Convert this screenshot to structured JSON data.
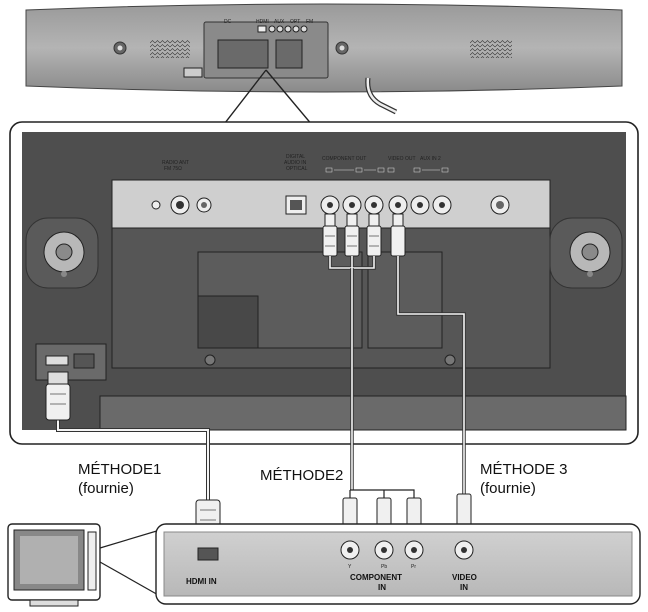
{
  "top_unit": {
    "tiny_labels": [
      "DC",
      "HDMI",
      "AUX",
      "OPT",
      "FM"
    ]
  },
  "panel": {
    "labels": {
      "radio_ant": "RADIO ANT",
      "radio_ant_sub": "FM 75Ω",
      "digital_audio_1": "DIGITAL",
      "digital_audio_2": "AUDIO IN",
      "digital_audio_3": "OPTICAL",
      "component_out": "COMPONENT OUT",
      "video_out": "VIDEO OUT",
      "aux_in": "AUX IN 2"
    }
  },
  "methods": {
    "m1_line1": "MÉTHODE1",
    "m1_line2": "(fournie)",
    "m2": "MÉTHODE2",
    "m3_line1": "MÉTHODE 3",
    "m3_line2": "(fournie)"
  },
  "tv_panel": {
    "hdmi_in": "HDMI IN",
    "component_in_1": "COMPONENT",
    "component_in_2": "IN",
    "video_in_1": "VIDEO",
    "video_in_2": "IN",
    "jack_y": "Y",
    "jack_pb": "Pb",
    "jack_pr": "Pr"
  }
}
